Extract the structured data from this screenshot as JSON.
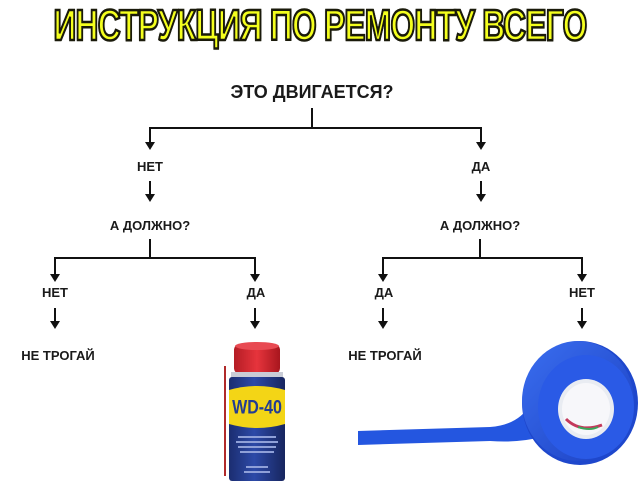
{
  "title": "ИНСТРУКЦИЯ ПО РЕМОНТУ ВСЕГО",
  "colors": {
    "title_fill": "#f4ff1e",
    "title_outline": "#1a1a0a",
    "lines": "#111111",
    "wd40_blue": "#233c93",
    "wd40_yellow": "#f3d516",
    "wd40_red": "#d8262f",
    "tape_blue": "#1f4fd6"
  },
  "root": {
    "question": "ЭТО ДВИГАЕТСЯ?",
    "left": {
      "answer": "НЕТ",
      "question": "А ДОЛЖНО?",
      "left": {
        "answer": "НЕТ",
        "result": "НЕ ТРОГАЙ"
      },
      "right": {
        "answer": "ДА",
        "result_icon": "wd40-can-icon",
        "result_label": "WD-40"
      }
    },
    "right": {
      "answer": "ДА",
      "question": "А ДОЛЖНО?",
      "left": {
        "answer": "ДА",
        "result": "НЕ ТРОГАЙ"
      },
      "right": {
        "answer": "НЕТ",
        "result_icon": "duct-tape-icon"
      }
    }
  }
}
